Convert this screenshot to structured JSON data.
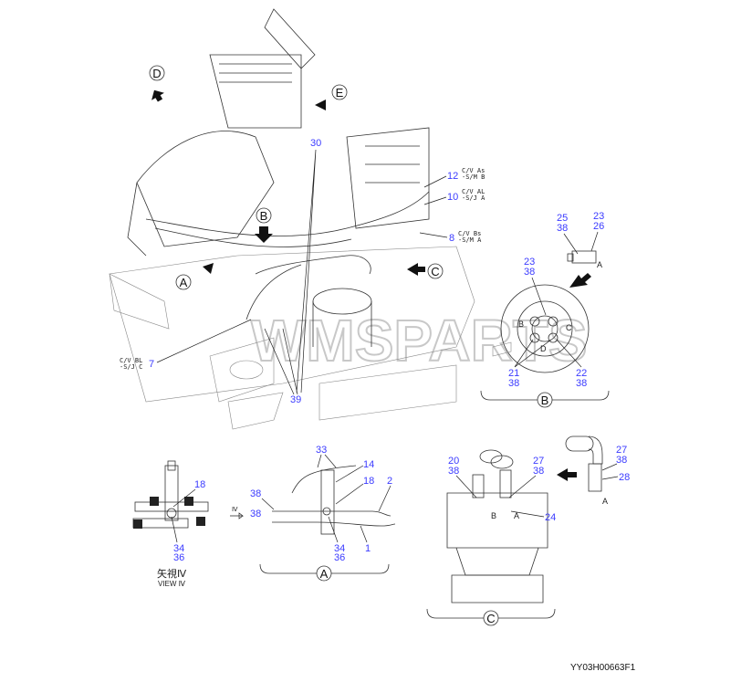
{
  "diagram": {
    "callouts": {
      "D": "D",
      "E": "E",
      "B": "B",
      "A": "A",
      "C": "C"
    },
    "watermark": "WMSPARTS",
    "main_labels": {
      "n30": "30",
      "n12": "12",
      "n10": "10",
      "n8": "8",
      "n7": "7",
      "n39": "39",
      "note12a": "C/V As",
      "note12b": "-S/M B",
      "note10a": "C/V AL",
      "note10b": "-S/J A",
      "note8a": "C/V Bs",
      "note8b": "-S/M A",
      "note7a": "C/V BL",
      "note7b": "-S/J C"
    },
    "view_b": {
      "n25": "25",
      "n38a": "38",
      "n23a": "23",
      "n26": "26",
      "letterA": "A",
      "n23b": "23",
      "n38b": "38",
      "n21": "21",
      "n38c": "38",
      "n22": "22",
      "n38d": "38",
      "portB": "B",
      "portC": "C",
      "portD": "D",
      "title": "B"
    },
    "view_iv": {
      "n18": "18",
      "n34": "34",
      "n36": "36",
      "title_jp": "矢視Ⅳ",
      "title_en": "VIEW Ⅳ"
    },
    "view_a": {
      "n33": "33",
      "n14": "14",
      "n18": "18",
      "n2": "2",
      "n38a": "38",
      "n38b": "38",
      "arrow": "Ⅳ",
      "n34": "34",
      "n36": "36",
      "n1": "1",
      "title": "A"
    },
    "view_c": {
      "n20": "20",
      "n38a": "38",
      "n27": "27",
      "n38b": "38",
      "n24": "24",
      "portB": "B",
      "portA": "A",
      "title": "C"
    },
    "detail": {
      "n27": "27",
      "n38": "38",
      "n28": "28",
      "letterA": "A"
    },
    "footer_code": "YY03H00663F1"
  }
}
